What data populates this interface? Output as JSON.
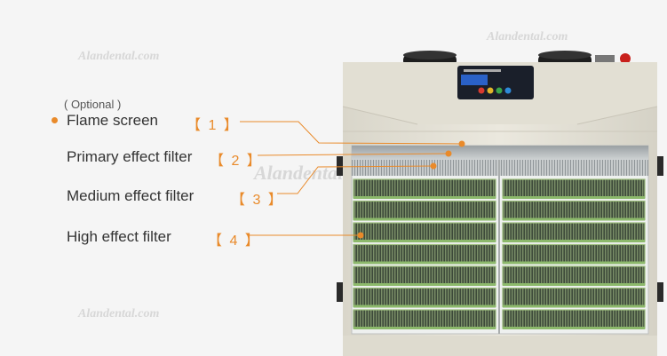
{
  "optional_note": "( Optional )",
  "items": [
    {
      "label": "Flame screen",
      "num": "【 1 】"
    },
    {
      "label": "Primary effect filter",
      "num": "【 2 】"
    },
    {
      "label": "Medium effect filter",
      "num": "【 3 】"
    },
    {
      "label": "High effect filter",
      "num": "【 4 】"
    }
  ],
  "watermark": "Alandental.com",
  "colors": {
    "accent": "#e98a2a",
    "body": "#e6e3d8",
    "filter": "#6b8f54"
  }
}
